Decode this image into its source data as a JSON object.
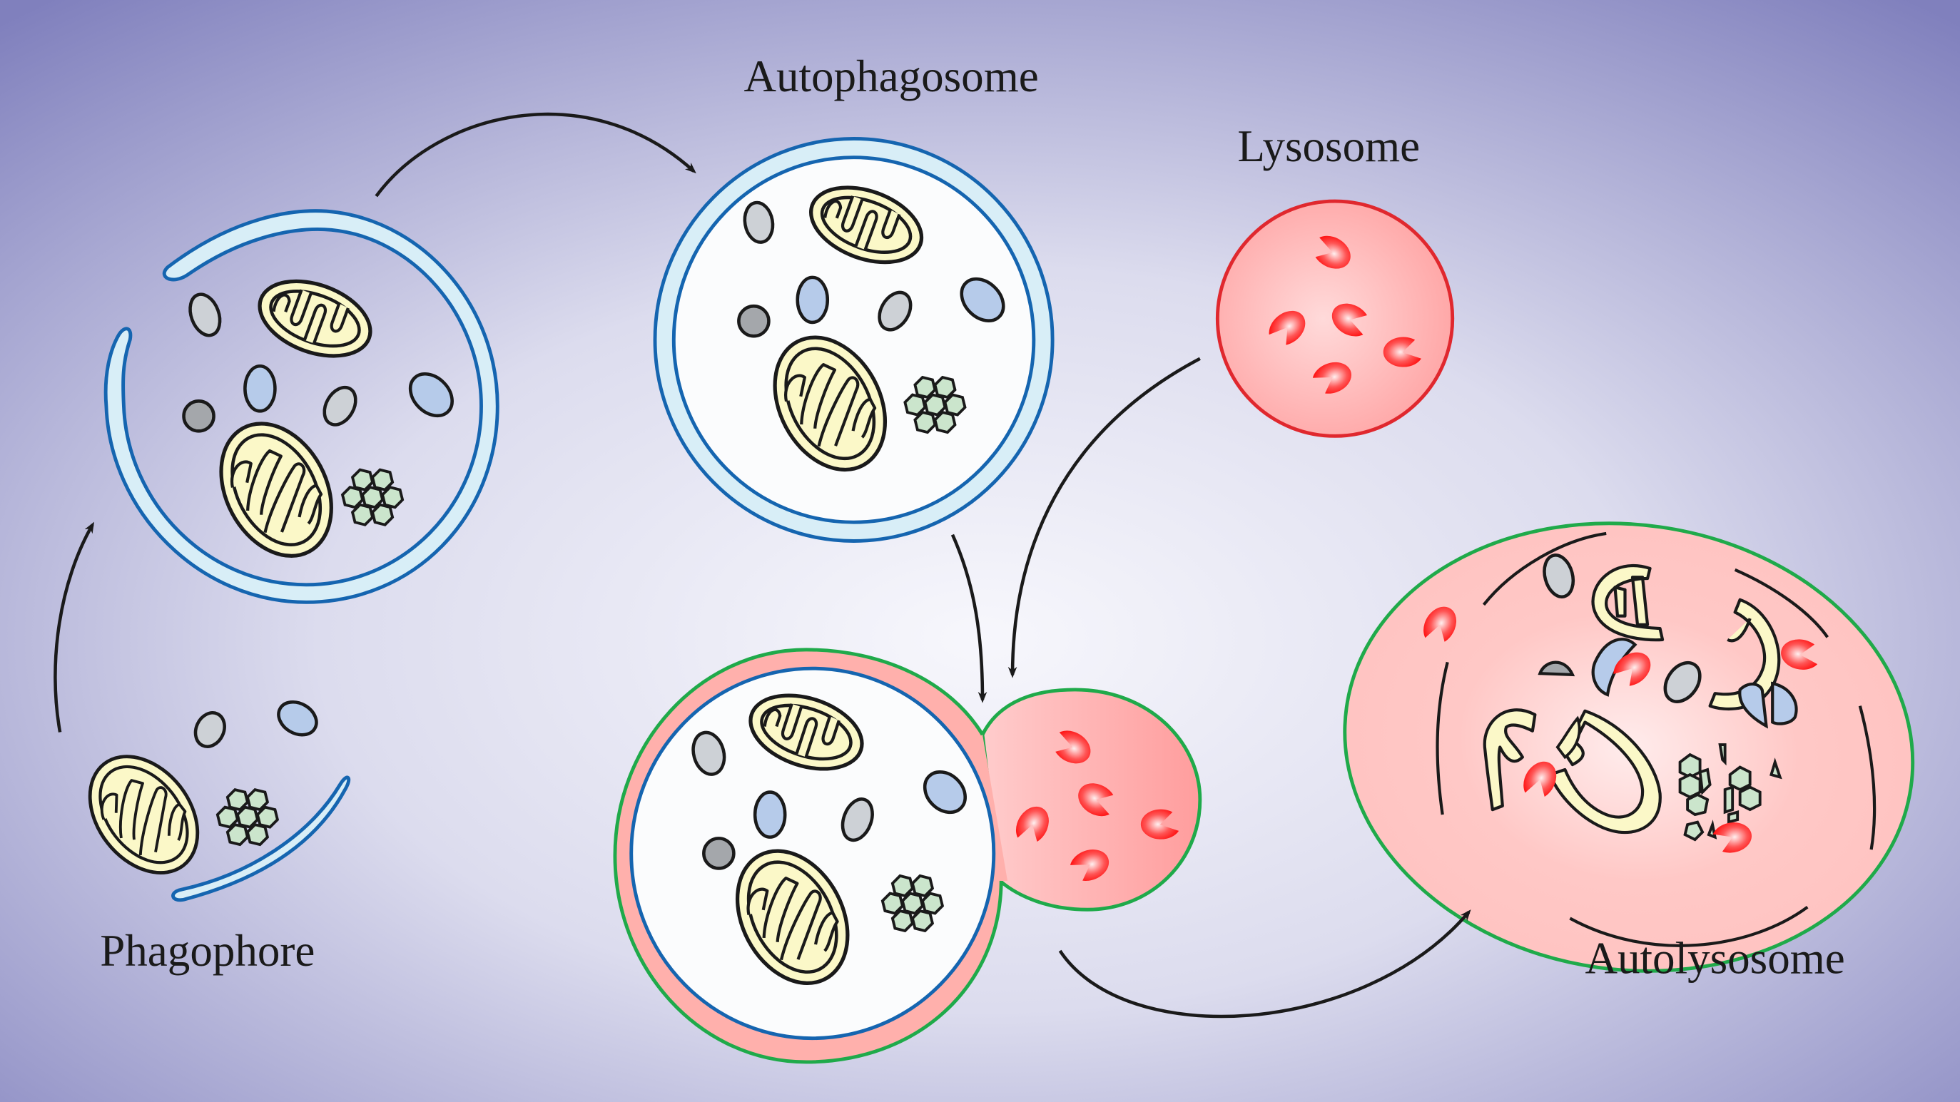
{
  "title": "Autophagy pathway",
  "stages": [
    {
      "id": "phagophore",
      "label": "Phagophore"
    },
    {
      "id": "autophagosome",
      "label": "Autophagosome"
    },
    {
      "id": "lysosome",
      "label": "Lysosome"
    },
    {
      "id": "fusion",
      "label": ""
    },
    {
      "id": "autolysosome",
      "label": "Autolysosome"
    }
  ],
  "labels": {
    "phagophore": "Phagophore",
    "autophagosome": "Autophagosome",
    "lysosome": "Lysosome",
    "autolysosome": "Autolysosome"
  },
  "flow": [
    {
      "from": "phagophore-forming",
      "to": "phagophore-expanding"
    },
    {
      "from": "phagophore-expanding",
      "to": "autophagosome"
    },
    {
      "from": "autophagosome",
      "to": "fusion"
    },
    {
      "from": "lysosome",
      "to": "fusion"
    },
    {
      "from": "fusion",
      "to": "autolysosome"
    }
  ],
  "cargo_types": [
    "mitochondrion",
    "vesicle-gray",
    "vesicle-blue",
    "protein-aggregate",
    "hydrolase-enzyme"
  ],
  "colors": {
    "background_center": "#f4f4fa",
    "background_edge": "#8484c0",
    "membrane_outline": "#1565b0",
    "membrane_fill": "#d8eef7",
    "lysosome_outline": "#e0282e",
    "lysosome_fill": "#ffa8a8",
    "autolysosome_outline": "#1faa4a",
    "mitochondria_fill": "#fbf8c8",
    "vesicle_gray": "#cdd1d6",
    "vesicle_dark_gray": "#a4a7ab",
    "vesicle_blue": "#b6cbea",
    "aggregate_fill": "#cbe5cc",
    "enzyme": "#ff1a1a",
    "arrow": "#1a1a1a"
  }
}
